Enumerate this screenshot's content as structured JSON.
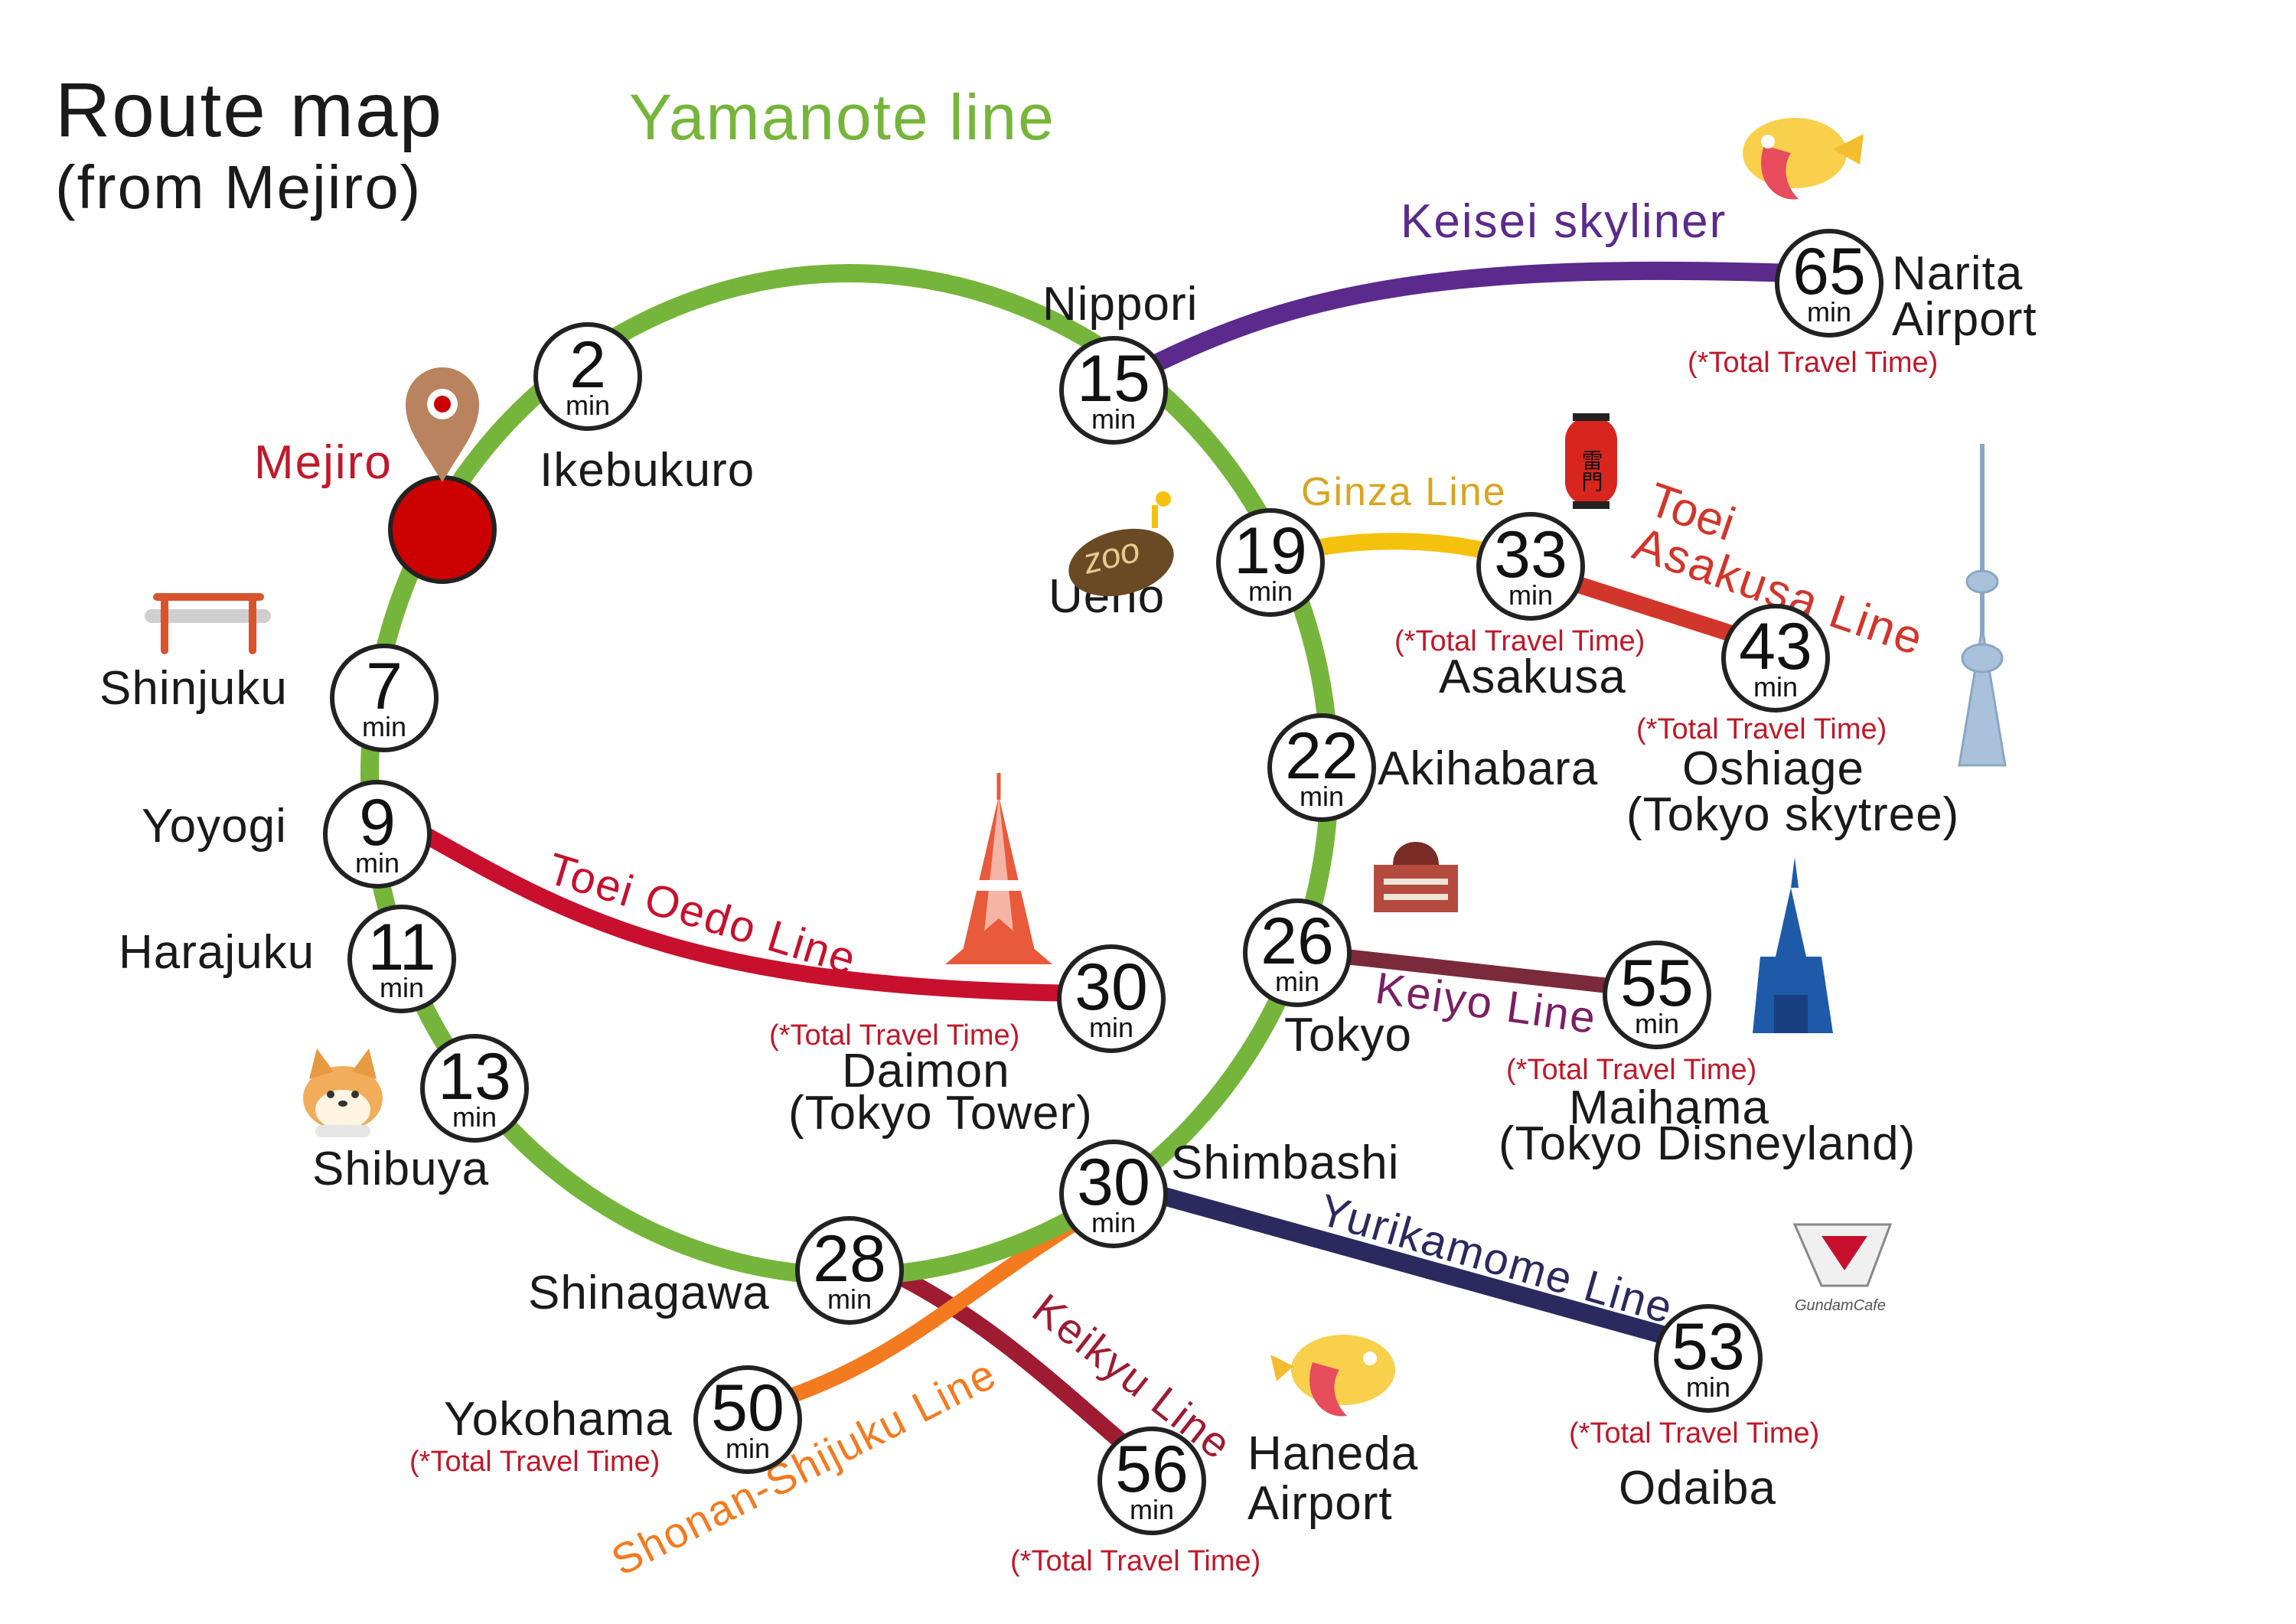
{
  "title_line1": "Route map",
  "title_line2": "(from Mejiro)",
  "yamanote_label": "Yamanote line",
  "note": "(*Total Travel Time)",
  "unit": "min",
  "colors": {
    "yamanote": "#76b53b",
    "keisei": "#5b2a8c",
    "ginza": "#f4c20d",
    "asakusa": "#d2352b",
    "oedo": "#c8102e",
    "keiyo": "#7b2a3b",
    "yurikamome": "#2b2a5e",
    "keikyu": "#9e1b32",
    "shonan": "#f47a1f",
    "mejiro_dot": "#cc0000"
  },
  "stations": {
    "mejiro": "Mejiro",
    "ikebukuro": {
      "name": "Ikebukuro",
      "min": "2"
    },
    "shinjuku": {
      "name": "Shinjuku",
      "min": "7"
    },
    "yoyogi": {
      "name": "Yoyogi",
      "min": "9"
    },
    "harajuku": {
      "name": "Harajuku",
      "min": "11"
    },
    "shibuya": {
      "name": "Shibuya",
      "min": "13"
    },
    "nippori": {
      "name": "Nippori",
      "min": "15"
    },
    "ueno": {
      "name": "Ueno",
      "min": "19"
    },
    "akihabara": {
      "name": "Akihabara",
      "min": "22"
    },
    "tokyo": {
      "name": "Tokyo",
      "min": "26"
    },
    "shimbashi": {
      "name": "Shimbashi",
      "min": "30"
    },
    "shinagawa": {
      "name": "Shinagawa",
      "min": "28"
    },
    "narita": {
      "name1": "Narita",
      "name2": "Airport",
      "min": "65"
    },
    "asakusa": {
      "name": "Asakusa",
      "min": "33"
    },
    "oshiage": {
      "name1": "Oshiage",
      "name2": "(Tokyo skytree)",
      "min": "43"
    },
    "daimon": {
      "name1": "Daimon",
      "name2": "(Tokyo Tower)",
      "min": "30"
    },
    "maihama": {
      "name1": "Maihama",
      "name2": "(Tokyo Disneyland)",
      "min": "55"
    },
    "odaiba": {
      "name": "Odaiba",
      "min": "53"
    },
    "haneda": {
      "name1": "Haneda",
      "name2": "Airport",
      "min": "56"
    },
    "yokohama": {
      "name": "Yokohama",
      "min": "50"
    }
  },
  "lines": {
    "keisei": "Keisei skyliner",
    "ginza": "Ginza Line",
    "asakusa1": "Toei",
    "asakusa2": "Asakusa Line",
    "oedo": "Toei Oedo Line",
    "keiyo": "Keiyo Line",
    "yurikamome": "Yurikamome Line",
    "keikyu": "Keikyu Line",
    "shonan": "Shonan-Shijuku Line"
  },
  "icons": [
    "map-pin-icon",
    "torii-gate-icon",
    "shiba-dog-icon",
    "airplane-icon",
    "kaminarimon-lantern-icon",
    "tokyo-skytree-icon",
    "zoo-icon",
    "tokyo-tower-icon",
    "tokyo-station-icon",
    "castle-icon",
    "gundam-icon"
  ],
  "lantern_text": "雷門",
  "zoo_text": "zoo",
  "gundam_text": "GundamCafe"
}
